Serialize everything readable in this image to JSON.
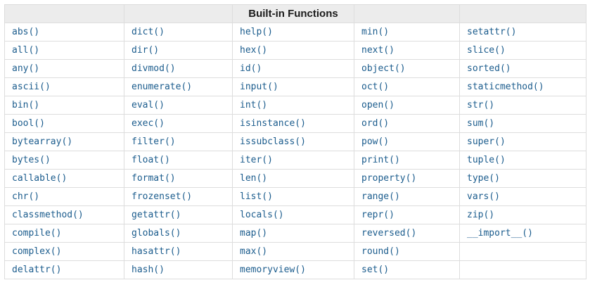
{
  "table": {
    "caption": "Built-in Functions",
    "colors": {
      "link": "#1b5c8d",
      "header_bg": "#ececec",
      "border": "#dddddd",
      "header_text": "#1a1a1a",
      "cell_bg": "#ffffff"
    },
    "rows": [
      [
        "abs()",
        "dict()",
        "help()",
        "min()",
        "setattr()"
      ],
      [
        "all()",
        "dir()",
        "hex()",
        "next()",
        "slice()"
      ],
      [
        "any()",
        "divmod()",
        "id()",
        "object()",
        "sorted()"
      ],
      [
        "ascii()",
        "enumerate()",
        "input()",
        "oct()",
        "staticmethod()"
      ],
      [
        "bin()",
        "eval()",
        "int()",
        "open()",
        "str()"
      ],
      [
        "bool()",
        "exec()",
        "isinstance()",
        "ord()",
        "sum()"
      ],
      [
        "bytearray()",
        "filter()",
        "issubclass()",
        "pow()",
        "super()"
      ],
      [
        "bytes()",
        "float()",
        "iter()",
        "print()",
        "tuple()"
      ],
      [
        "callable()",
        "format()",
        "len()",
        "property()",
        "type()"
      ],
      [
        "chr()",
        "frozenset()",
        "list()",
        "range()",
        "vars()"
      ],
      [
        "classmethod()",
        "getattr()",
        "locals()",
        "repr()",
        "zip()"
      ],
      [
        "compile()",
        "globals()",
        "map()",
        "reversed()",
        "__import__()"
      ],
      [
        "complex()",
        "hasattr()",
        "max()",
        "round()",
        ""
      ],
      [
        "delattr()",
        "hash()",
        "memoryview()",
        "set()",
        ""
      ]
    ]
  }
}
